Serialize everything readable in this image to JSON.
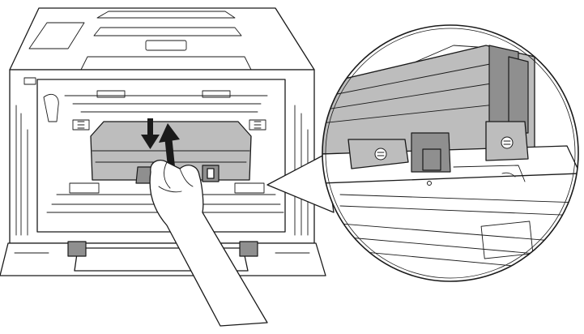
{
  "figure": {
    "kind": "printer maintenance illustration",
    "colors": {
      "line": "#1a1a1a",
      "highlight_part": "#bdbdbd",
      "highlight_dark": "#8f8f8f",
      "background": "#ffffff"
    },
    "icons": [
      "printer-body",
      "waste-toner-box",
      "hand",
      "down-arrow-icon",
      "up-arrow-icon",
      "magnifier-callout",
      "lock-symbol-icon"
    ]
  }
}
